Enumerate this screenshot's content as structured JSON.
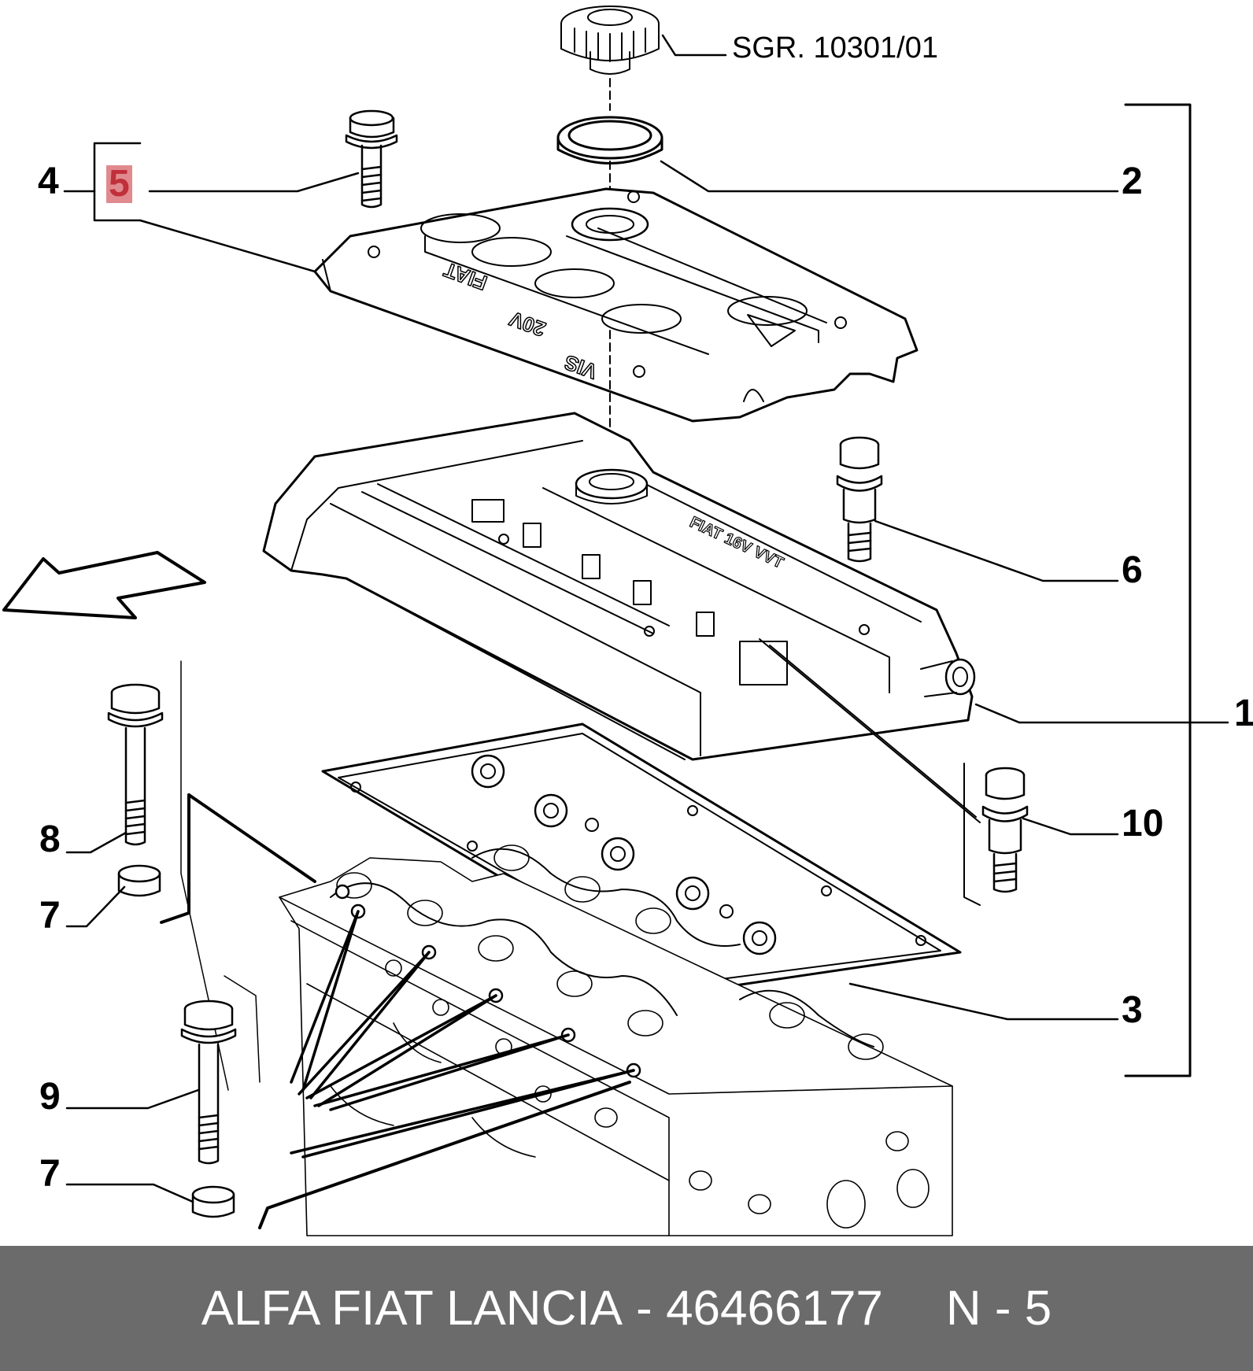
{
  "reference_label": "SGR. 10301/01",
  "callouts": {
    "c1": "1",
    "c2": "2",
    "c3": "3",
    "c4": "4",
    "c5": "5",
    "c6": "6",
    "c7a": "7",
    "c7b": "7",
    "c8": "8",
    "c9": "9",
    "c10": "10"
  },
  "cover_lettering": {
    "brand": "FIAT",
    "engine": "20V",
    "suffix": "VIS"
  },
  "head_lettering": "FIAT  16V  VVT",
  "footer": {
    "brands": "ALFA FIAT LANCIA",
    "dash": "-",
    "part_number": "46466177",
    "page": "N - 5"
  },
  "colors": {
    "footer_bg": "#6b6b6b",
    "highlight": "#e08a8f",
    "line": "#000000"
  },
  "icons": [
    "direction-arrow-icon"
  ]
}
